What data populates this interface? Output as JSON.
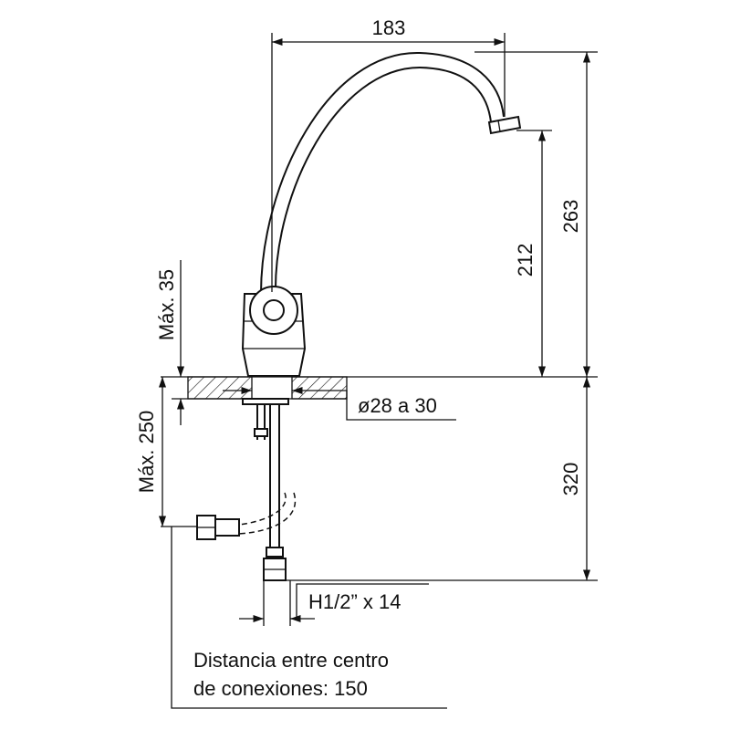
{
  "dimensions": {
    "spout_reach": "183",
    "total_height": "263",
    "spout_height": "212",
    "max_counter_thickness": "Máx. 35",
    "max_hose_length": "Máx. 250",
    "hose_height": "320",
    "hole_diameter": "ø28 a 30",
    "connection_thread": "H1/2” x 14"
  },
  "note": {
    "line1": "Distancia entre centro",
    "line2": "de conexiones: 150"
  }
}
